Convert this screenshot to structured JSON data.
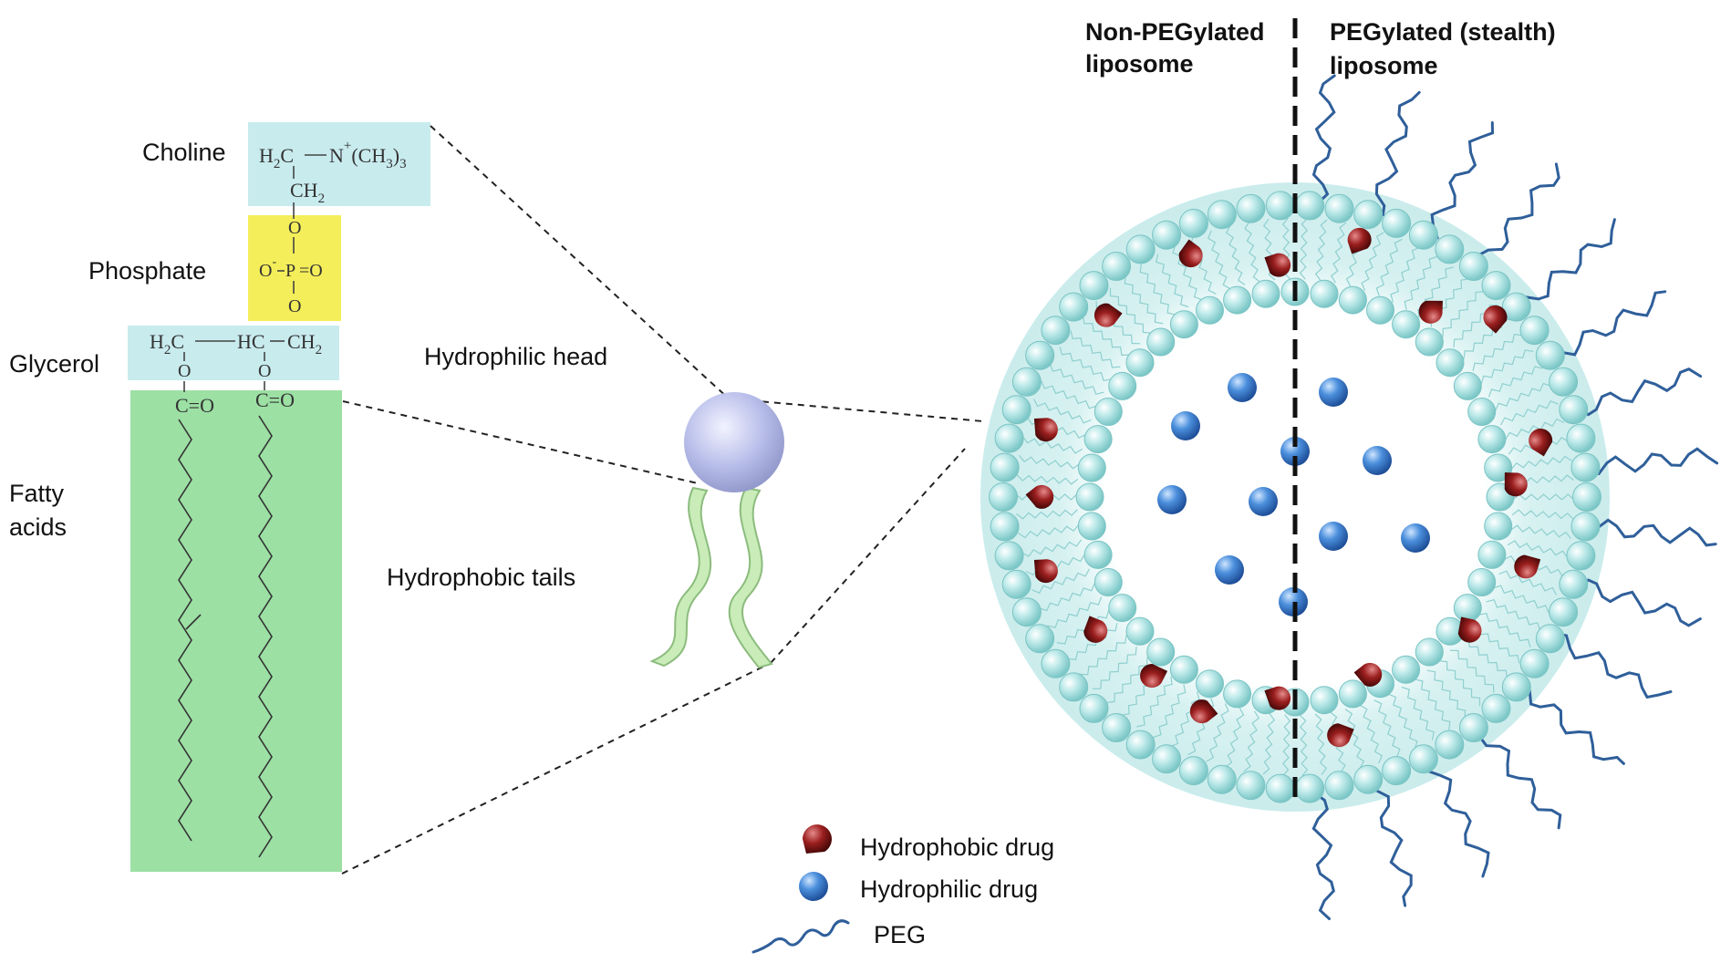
{
  "labels": {
    "choline": "Choline",
    "phosphate": "Phosphate",
    "glycerol": "Glycerol",
    "fatty_acids_line1": "Fatty",
    "fatty_acids_line2": "acids",
    "hydrophilic_head": "Hydrophilic head",
    "hydrophobic_tails": "Hydrophobic tails",
    "non_peg_line1": "Non-PEGylated",
    "non_peg_line2": "liposome",
    "peg_line1": "PEGylated (stealth)",
    "peg_line2": "liposome"
  },
  "chemistry": {
    "choline_formula_a": "H",
    "choline_formula_b": "C",
    "choline_formula_c": "N",
    "choline_formula_d": "(CH",
    "choline_formula_e": ")",
    "sub_2": "2",
    "sub_3": "3",
    "plus": "+",
    "ch2": "CH",
    "o": "O",
    "p": "P",
    "o_minus": "O",
    "minus": "-",
    "eq_o": "=O",
    "glycerol_h2c": "H",
    "glycerol_c": "C",
    "glycerol_hc": "HC",
    "glycerol_ch2": "CH",
    "carbonyl": "C=O"
  },
  "legend": {
    "hydrophobic_drug": "Hydrophobic drug",
    "hydrophilic_drug": "Hydrophilic drug",
    "peg": "PEG"
  },
  "colors": {
    "choline_box": "#c8ebee",
    "phosphate_box": "#f4ee5a",
    "glycerol_box": "#c8ebee",
    "fatty_box": "#9ce0a4",
    "lipid_bead": "#a9e0e0",
    "bead_stroke": "#6fbcbc",
    "hydrophobic_drug": "#8b1a1a",
    "hydrophilic_drug": "#3a78c8",
    "peg": "#2f5f9a",
    "head": "#b5bce8",
    "tail": "#c9ecb9"
  }
}
